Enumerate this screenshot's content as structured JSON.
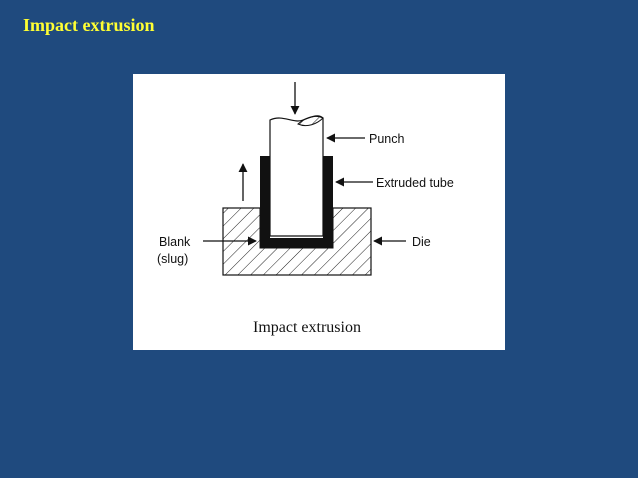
{
  "slide": {
    "title": "Impact extrusion"
  },
  "diagram": {
    "labels": {
      "punch": "Punch",
      "extruded_tube": "Extruded tube",
      "die": "Die",
      "blank_line1": "Blank",
      "blank_line2": "(slug)"
    },
    "caption": "Impact extrusion"
  }
}
